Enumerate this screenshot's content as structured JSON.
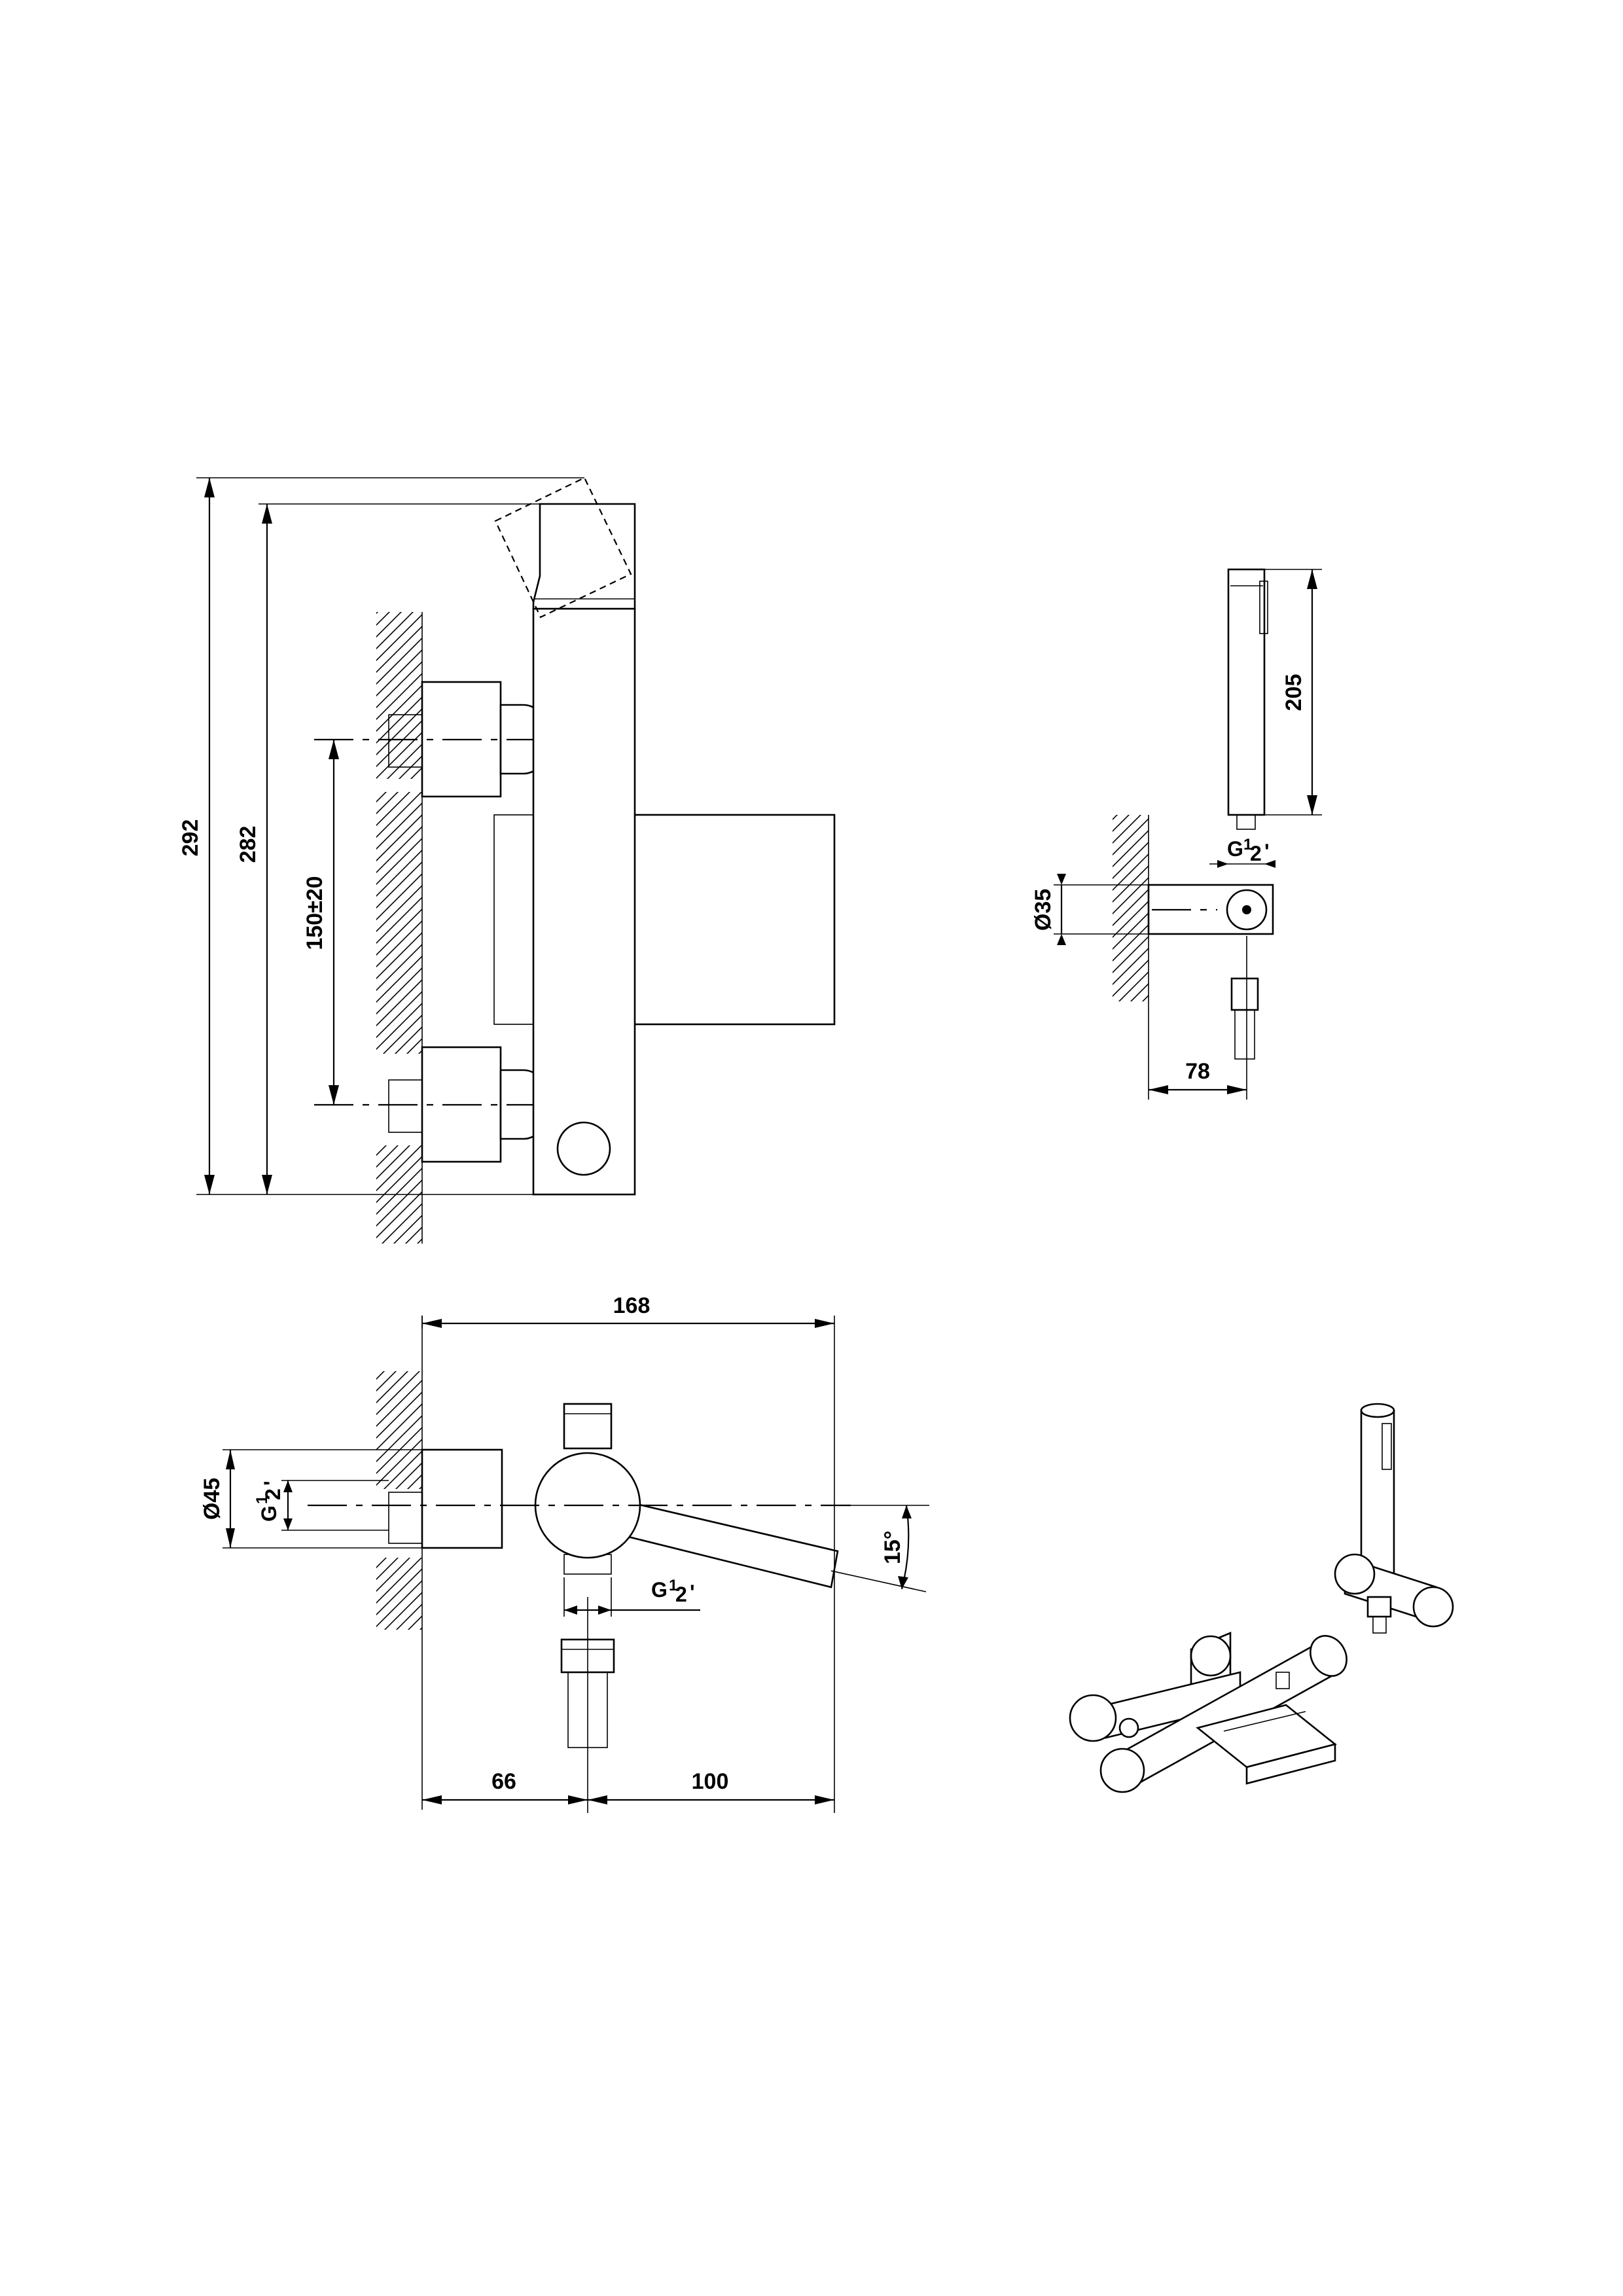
{
  "dimensions": {
    "total_height": "292",
    "body_height": "282",
    "inlet_spacing": "150±20",
    "handshower_length": "205",
    "handshower_thread": "G",
    "holder_diameter": "Ø35",
    "holder_projection": "78",
    "total_depth": "168",
    "inlet_diameter": "Ø45",
    "inlet_thread": "G",
    "spout_angle": "15°",
    "outlet_thread": "G",
    "wall_to_axis": "66",
    "axis_to_spout": "100"
  },
  "thread_fraction": {
    "numerator": "1",
    "denominator": "2",
    "inch": "'"
  }
}
